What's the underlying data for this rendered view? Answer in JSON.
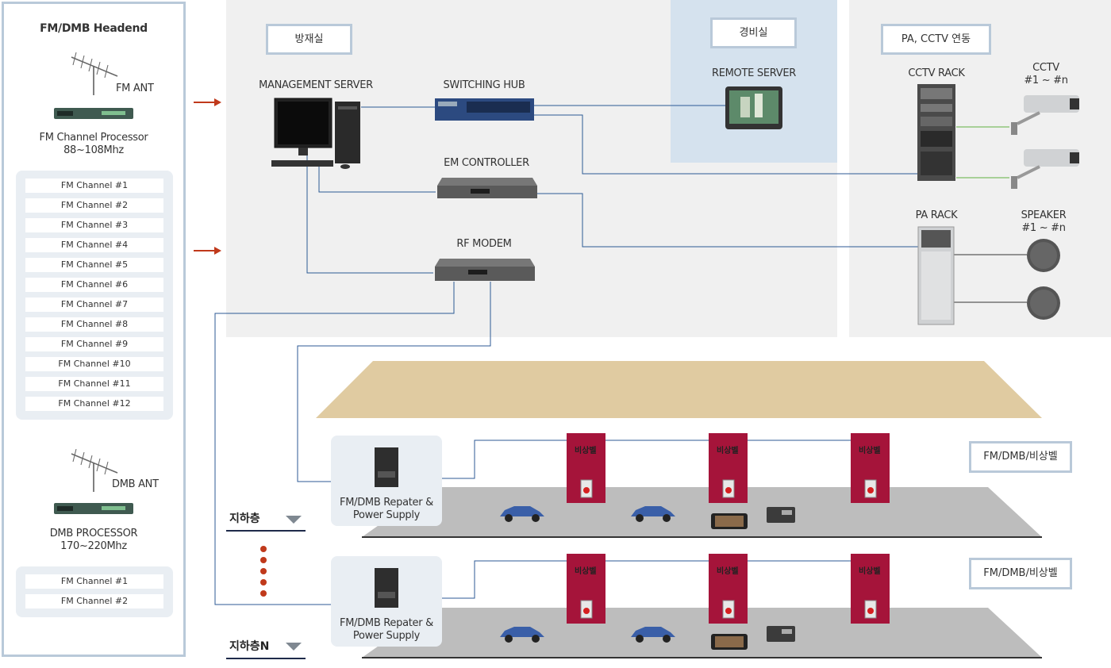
{
  "headend": {
    "title": "FM/DMB Headend",
    "fm_ant": "FM ANT",
    "fm_processor": "FM Channel Processor",
    "fm_range": "88~108Mhz",
    "fm_channels": [
      "FM Channel #1",
      "FM Channel #2",
      "FM Channel #3",
      "FM Channel #4",
      "FM Channel #5",
      "FM Channel #6",
      "FM Channel #7",
      "FM Channel #8",
      "FM Channel #9",
      "FM Channel #10",
      "FM Channel #11",
      "FM Channel #12"
    ],
    "dmb_ant": "DMB ANT",
    "dmb_processor": "DMB PROCESSOR",
    "dmb_range": "170~220Mhz",
    "dmb_channels": [
      "FM Channel #1",
      "FM Channel #2"
    ]
  },
  "zones": {
    "disaster_room": "방재실",
    "guard_room": "경비실",
    "pa_cctv": "PA, CCTV 연동"
  },
  "devices": {
    "management_server": "MANAGEMENT SERVER",
    "switching_hub": "SWITCHING HUB",
    "em_controller": "EM CONTROLLER",
    "rf_modem": "RF MODEM",
    "remote_server": "REMOTE SERVER",
    "cctv_rack": "CCTV RACK",
    "cctv_l1": "CCTV",
    "cctv_l2": "#1 ~ #n",
    "pa_rack": "PA RACK",
    "speaker_l1": "SPEAKER",
    "speaker_l2": "#1 ~ #n"
  },
  "floors": {
    "repeater_l1": "FM/DMB Repater &",
    "repeater_l2": "Power Supply",
    "bell": "비상벨",
    "legend": "FM/DMB/비상벨",
    "basement": "지하층",
    "basement_n": "지하층N"
  }
}
